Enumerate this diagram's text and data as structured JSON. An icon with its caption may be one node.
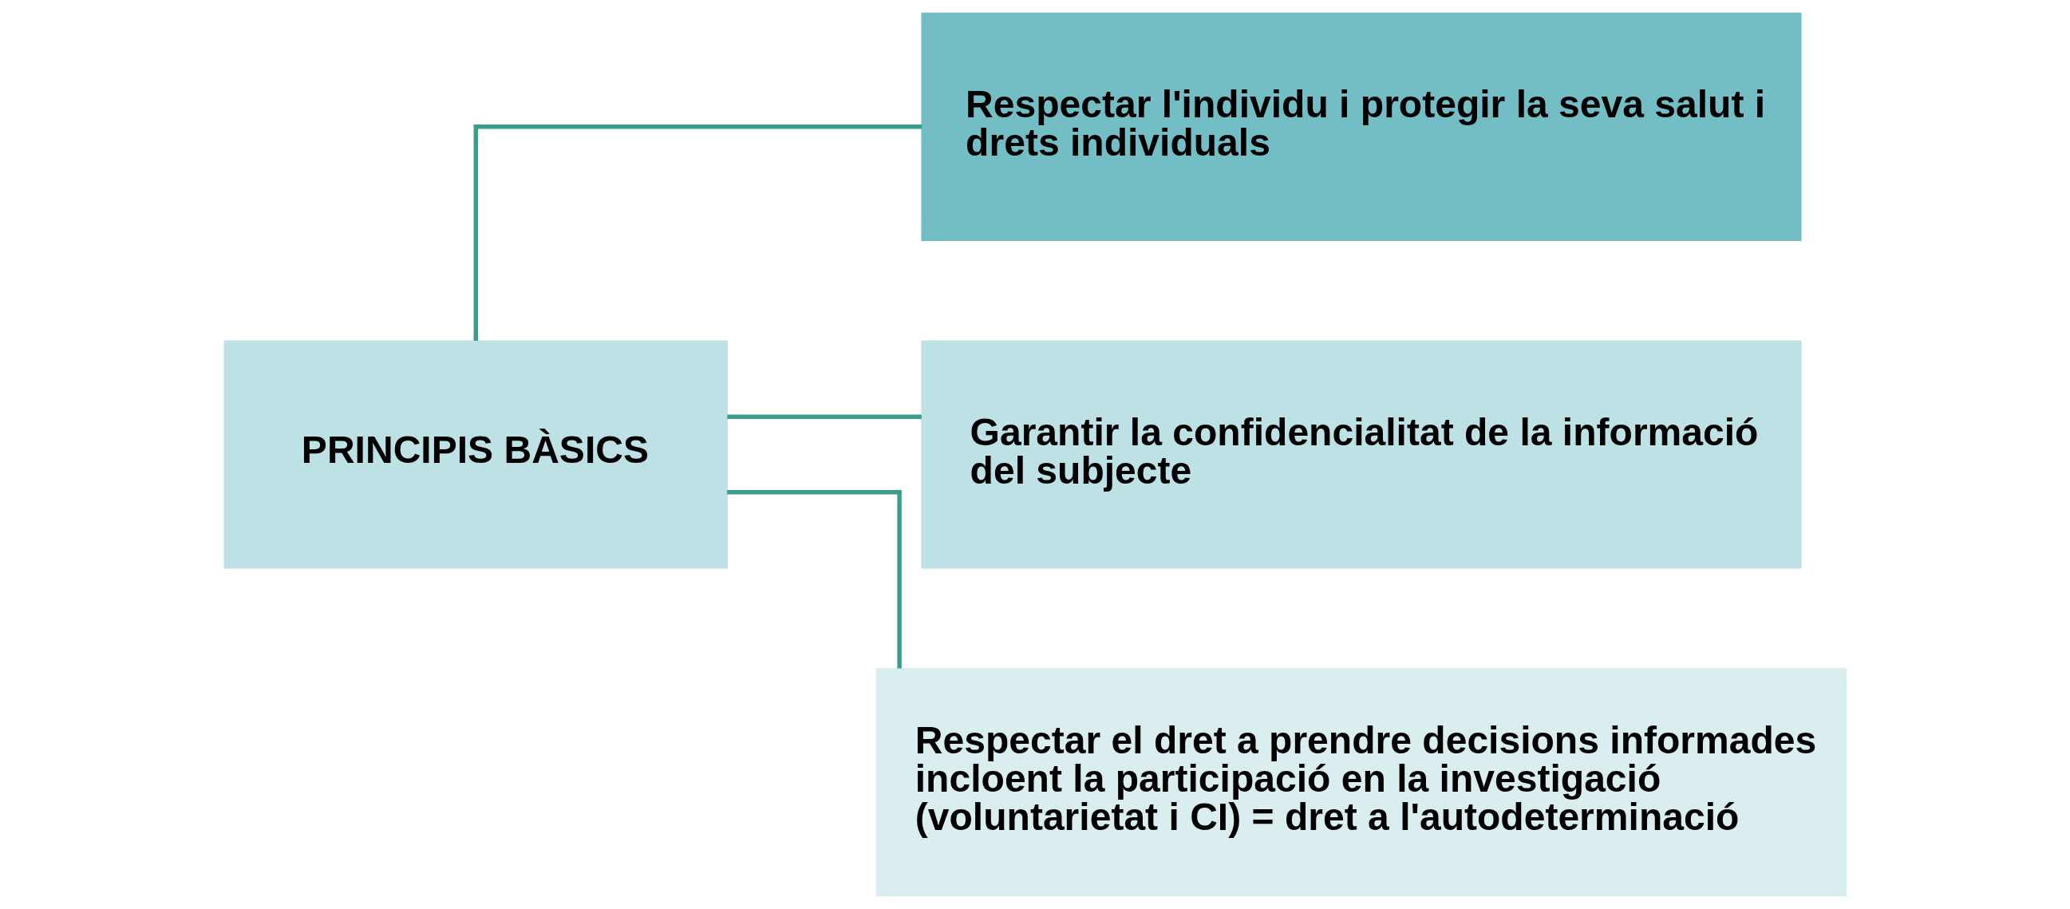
{
  "diagram": {
    "nodes": [
      {
        "text": [
          "PRINCIPIS BÀSICS"
        ]
      },
      {
        "text": [
          "Respectar l'individu i protegir la seva salut i drets individuals"
        ]
      },
      {
        "text": [
          "Garantir la confidencialitat de la informació del subjecte"
        ]
      },
      {
        "text": [
          "Respectar el dret a prendre decisions informades incloent la participació en la investigació (voluntarietat i CI) = dret a l'autodeterminació"
        ]
      }
    ],
    "edges": [
      {
        "from": 0,
        "to": 1,
        "arrow": "none"
      },
      {
        "from": 0,
        "to": 2,
        "arrow": "none"
      },
      {
        "from": 0,
        "to": 3,
        "arrow": "none"
      }
    ]
  }
}
